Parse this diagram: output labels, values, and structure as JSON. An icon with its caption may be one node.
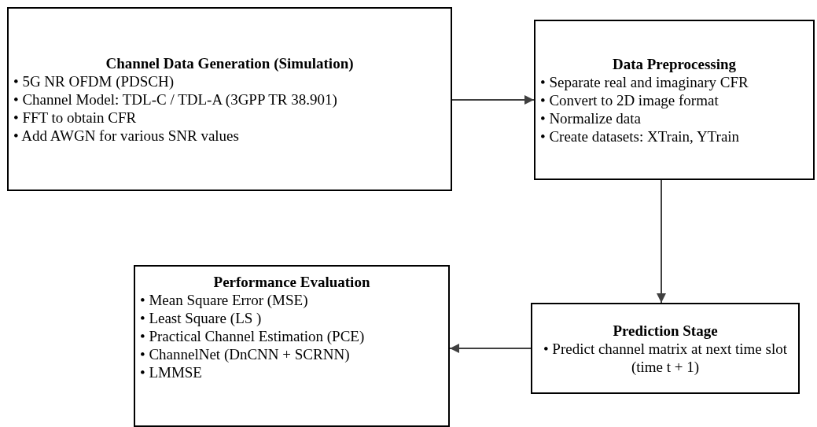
{
  "diagram": {
    "nodes": [
      {
        "text": [
          "Channel Data Generation (Simulation)",
          "• 5G NR OFDM (PDSCH)",
          "• Channel Model: TDL-C / TDL-A (3GPP TR 38.901)",
          "• FFT to obtain CFR",
          "• Add AWGN for various SNR values"
        ]
      },
      {
        "text": [
          "Data Preprocessing",
          "• Separate real and imaginary CFR",
          "• Convert to 2D image format",
          "• Normalize data",
          "• Create datasets: XTrain, YTrain"
        ]
      },
      {
        "text": [
          "Performance Evaluation",
          "• Mean Square Error (MSE)",
          "• Least Square (LS )",
          "• Practical Channel Estimation (PCE)",
          "• ChannelNet (DnCNN + SCRNN)",
          "• LMMSE"
        ]
      },
      {
        "text": [
          "Prediction Stage",
          "• Predict channel matrix at next time slot (time t + 1)"
        ]
      }
    ],
    "edges": [
      {
        "from": 0,
        "to": 1,
        "arrow": "to"
      },
      {
        "from": 1,
        "to": 3,
        "arrow": "to"
      },
      {
        "from": 3,
        "to": 2,
        "arrow": "to"
      }
    ]
  }
}
